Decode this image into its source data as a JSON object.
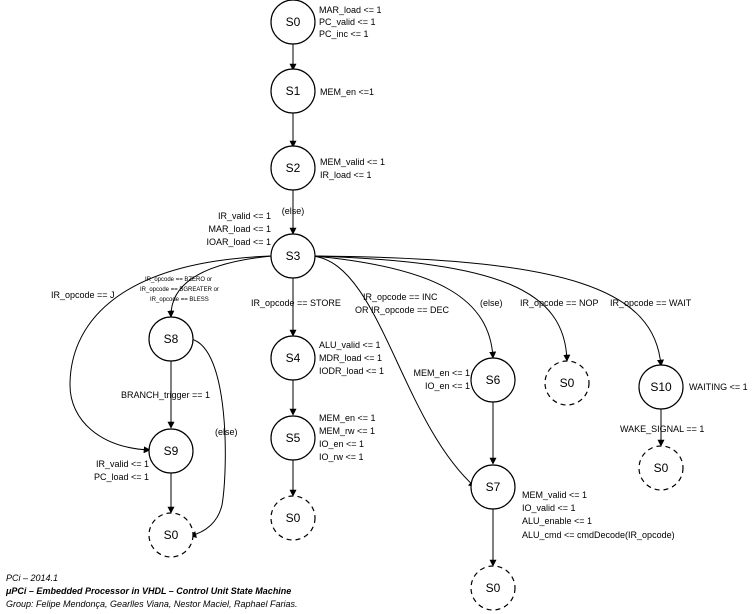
{
  "diagram": {
    "states": [
      {
        "id": "S0",
        "label": "S0",
        "style": "solid"
      },
      {
        "id": "S1",
        "label": "S1",
        "style": "solid"
      },
      {
        "id": "S2",
        "label": "S2",
        "style": "solid"
      },
      {
        "id": "S3",
        "label": "S3",
        "style": "solid"
      },
      {
        "id": "S4",
        "label": "S4",
        "style": "solid"
      },
      {
        "id": "S5",
        "label": "S5",
        "style": "solid"
      },
      {
        "id": "S5_end",
        "label": "S0",
        "style": "dashed"
      },
      {
        "id": "S6",
        "label": "S6",
        "style": "solid"
      },
      {
        "id": "S7",
        "label": "S7",
        "style": "solid"
      },
      {
        "id": "S7_end",
        "label": "S0",
        "style": "dashed"
      },
      {
        "id": "S8",
        "label": "S8",
        "style": "solid"
      },
      {
        "id": "S9",
        "label": "S9",
        "style": "solid"
      },
      {
        "id": "S9_end",
        "label": "S0",
        "style": "dashed"
      },
      {
        "id": "NOP_end",
        "label": "S0",
        "style": "dashed"
      },
      {
        "id": "S10",
        "label": "S10",
        "style": "solid"
      },
      {
        "id": "S10_end",
        "label": "S0",
        "style": "dashed"
      }
    ],
    "actions": {
      "S0": [
        "MAR_load <= 1",
        "PC_valid <= 1",
        "PC_inc <= 1"
      ],
      "S1": [
        "MEM_en <=1"
      ],
      "S2": [
        "MEM_valid <= 1",
        "IR_load <= 1"
      ],
      "S3_in": [
        "IR_valid <= 1",
        "MAR_load <= 1",
        "IOAR_load <= 1"
      ],
      "S4": [
        "ALU_valid <= 1",
        "MDR_load <= 1",
        "IODR_load <= 1"
      ],
      "S5": [
        "MEM_en <= 1",
        "MEM_rw <= 1",
        "IO_en <= 1",
        "IO_rw <= 1"
      ],
      "S6": [
        "MEM_en <= 1",
        "IO_en <= 1"
      ],
      "S7": [
        "MEM_valid <= 1",
        "IO_valid <= 1",
        "ALU_enable <= 1",
        "ALU_cmd <= cmdDecode(IR_opcode)"
      ],
      "S9": [
        "IR_valid <= 1",
        "PC_load <= 1"
      ],
      "S10": [
        "WAITING <= 1"
      ]
    },
    "conditions": {
      "S2_S3": "(else)",
      "S3_S9": "IR_opcode == J",
      "S3_S8": [
        "IR_opcode == BZERO or",
        "IR_opcode == BGREATER or",
        "IR_opcode == BLESS"
      ],
      "S3_S4": "IR_opcode == STORE",
      "S3_S7": [
        "IR_opcode == INC",
        "OR IR_opcode == DEC"
      ],
      "S3_S6": "(else)",
      "S3_NOP": "IR_opcode == NOP",
      "S3_S10": "IR_opcode == WAIT",
      "S8_S9": "BRANCH_trigger == 1",
      "S8_S0": "(else)",
      "S10_S0": "WAKE_SIGNAL == 1"
    }
  },
  "footer": {
    "line1": "PCi – 2014.1",
    "line2": "μPCi – Embedded Processor in VHDL – Control Unit State Machine",
    "line3": "Group: Felipe Mendonça, Gearlles Viana, Nestor Maciel, Raphael Farias."
  }
}
